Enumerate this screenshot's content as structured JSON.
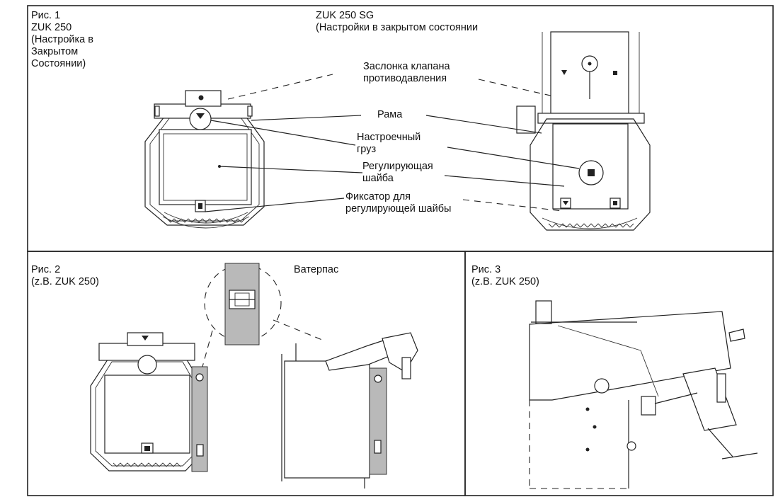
{
  "fig1": {
    "caption": "Рис. 1\nZUK 250\n(Настройка в\nЗакрытом\nСостоянии)",
    "sg_title": "ZUK 250 SG",
    "sg_subtitle": "(Настройки в закрытом состоянии",
    "callouts": [
      {
        "text": "Заслонка клапана\nпротиводавления"
      },
      {
        "text": "Рама"
      },
      {
        "text": "Настроечный\nгруз"
      },
      {
        "text": "Регулирующая\nшайба"
      },
      {
        "text": "Фиксатор для\nрегулирующей шайбы"
      }
    ]
  },
  "fig2": {
    "caption": "Рис. 2\n(z.B. ZUK 250)",
    "level_label": "Ватерпас"
  },
  "fig3": {
    "caption": "Рис. 3\n(z.B. ZUK 250)"
  },
  "colors": {
    "line": "#222222",
    "gray_fill": "#b9b9b9",
    "background": "#ffffff"
  }
}
